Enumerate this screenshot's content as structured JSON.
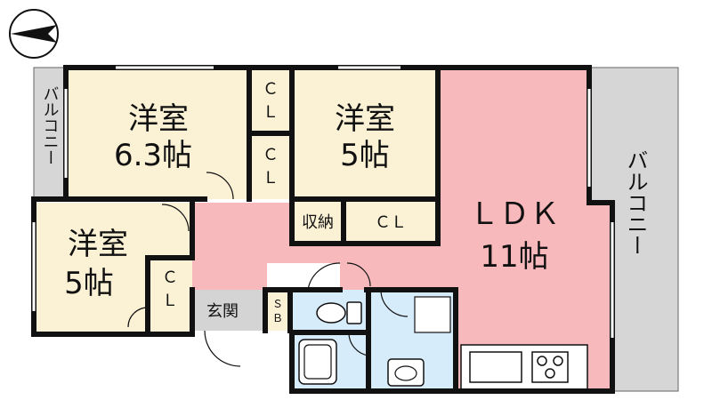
{
  "colors": {
    "bedroom": "#fbf1d4",
    "ldk": "#f8b9bd",
    "wet": "#d7ecfb",
    "balcony": "#d6d6d6",
    "entry": "#d4d4d4",
    "storage": "#fbf1d4",
    "wall": "#111111"
  },
  "icons": {
    "compass": "north-arrow-icon",
    "stove": "stove-icon",
    "toilet": "toilet-icon",
    "bath": "bathtub-icon",
    "sink": "washbasin-icon"
  },
  "rooms": {
    "bedroom1": {
      "name": "洋室",
      "size": "6.3帖"
    },
    "bedroom2": {
      "name": "洋室",
      "size": "5帖"
    },
    "bedroom3": {
      "name": "洋室",
      "size": "5帖"
    },
    "ldk": {
      "name": "ＬＤＫ",
      "size": "11帖"
    },
    "closet1a": "Ｃ",
    "closet1b": "Ｌ",
    "closet2a": "Ｃ",
    "closet2b": "Ｌ",
    "closet3": "ＣＬ",
    "closet4a": "Ｃ",
    "closet4b": "Ｌ",
    "storage": "収納",
    "entrance": "玄関",
    "shoe_box_a": "Ｓ",
    "shoe_box_b": "Ｂ",
    "balcony_left": "バルコニー",
    "balcony_right": "バルコニー"
  }
}
